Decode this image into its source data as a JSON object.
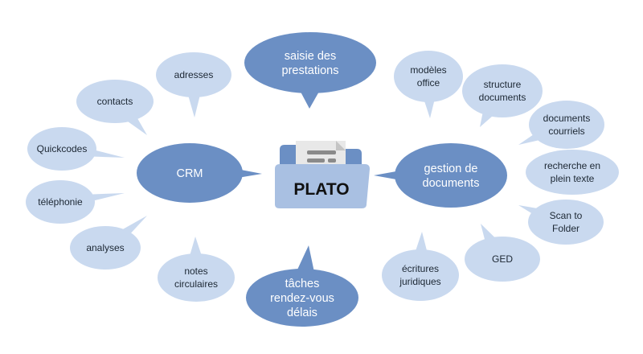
{
  "center": {
    "label": "PLATO"
  },
  "colors": {
    "primary": "#6b8fc4",
    "secondary": "#c9d9ef",
    "text": "#1c2733"
  },
  "main_topics": [
    {
      "id": "saisie",
      "lines": [
        "saisie des",
        "prestations"
      ]
    },
    {
      "id": "crm",
      "lines": [
        "CRM"
      ]
    },
    {
      "id": "gestion",
      "lines": [
        "gestion de",
        "documents"
      ]
    },
    {
      "id": "taches",
      "lines": [
        "tâches",
        "rendez-vous",
        "délais"
      ]
    }
  ],
  "crm_items": [
    {
      "id": "adresses",
      "lines": [
        "adresses"
      ]
    },
    {
      "id": "contacts",
      "lines": [
        "contacts"
      ]
    },
    {
      "id": "quickcodes",
      "lines": [
        "Quickcodes"
      ]
    },
    {
      "id": "telephonie",
      "lines": [
        "téléphonie"
      ]
    },
    {
      "id": "analyses",
      "lines": [
        "analyses"
      ]
    },
    {
      "id": "notes",
      "lines": [
        "notes",
        "circulaires"
      ]
    }
  ],
  "document_items": [
    {
      "id": "modeles",
      "lines": [
        "modèles",
        "office"
      ]
    },
    {
      "id": "structure",
      "lines": [
        "structure",
        "documents"
      ]
    },
    {
      "id": "courriels",
      "lines": [
        "documents",
        "courriels"
      ]
    },
    {
      "id": "recherche",
      "lines": [
        "recherche en",
        "plein texte"
      ]
    },
    {
      "id": "scan",
      "lines": [
        "Scan to",
        "Folder"
      ]
    },
    {
      "id": "ged",
      "lines": [
        "GED"
      ]
    },
    {
      "id": "ecritures",
      "lines": [
        "écritures",
        "juridiques"
      ]
    }
  ]
}
